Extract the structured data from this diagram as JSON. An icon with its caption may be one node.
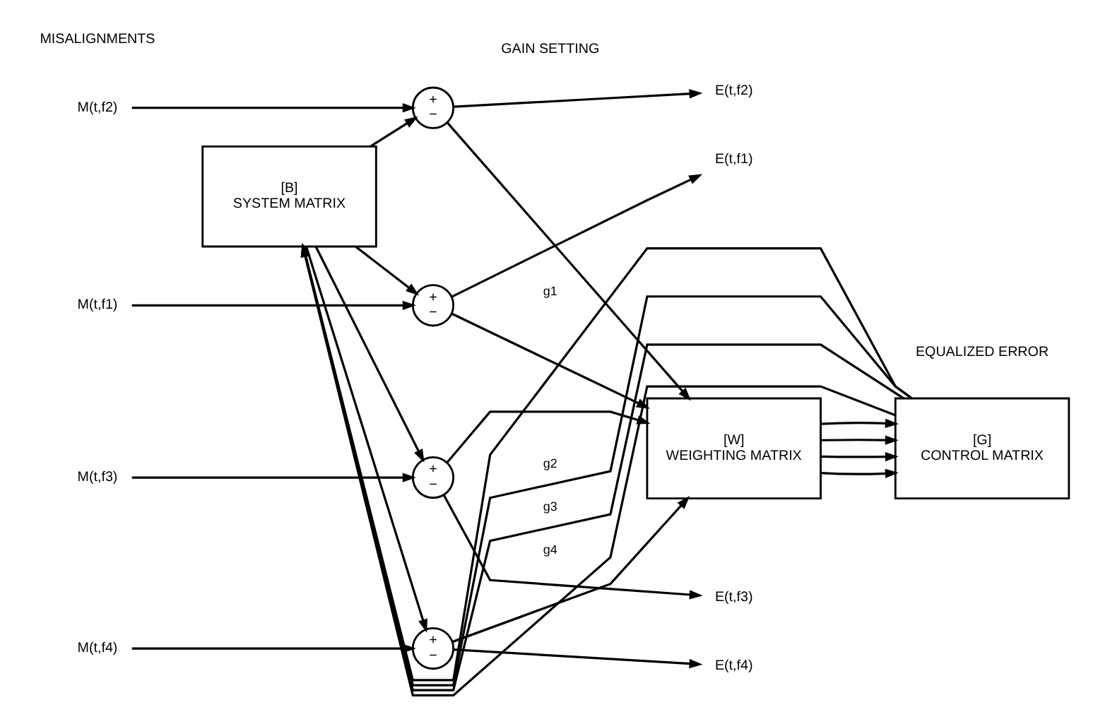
{
  "diagram": {
    "nodes": [
      {
        "text": [
          "M(t,f1)"
        ]
      },
      {
        "text": [
          "+",
          "−"
        ]
      },
      {
        "text": [
          "E(t,f1)"
        ]
      },
      {
        "text": [
          "M(t,f2)"
        ]
      },
      {
        "text": [
          "+",
          "−"
        ]
      },
      {
        "text": [
          "E(t,f2)"
        ]
      },
      {
        "text": [
          "M(t,f3)"
        ]
      },
      {
        "text": [
          "+",
          "−"
        ]
      },
      {
        "text": [
          "E(t,f3)"
        ]
      },
      {
        "text": [
          "M(t,f4)"
        ]
      },
      {
        "text": [
          "+",
          "−"
        ]
      },
      {
        "text": [
          "E(t,f4)"
        ]
      },
      {
        "text": [
          "[B]",
          "SYSTEM MATRIX"
        ]
      },
      {
        "text": [
          "[W]",
          "WEIGHTING MATRIX"
        ]
      },
      {
        "text": [
          "[G]",
          "CONTROL MATRIX"
        ]
      }
    ],
    "edges": [
      {
        "from": 0,
        "to": 1,
        "arrow": "to"
      },
      {
        "from": 1,
        "to": 2,
        "arrow": "to"
      },
      {
        "from": 3,
        "to": 4,
        "arrow": "to"
      },
      {
        "from": 4,
        "to": 5,
        "arrow": "to"
      },
      {
        "from": 6,
        "to": 7,
        "arrow": "to"
      },
      {
        "from": 7,
        "to": 8,
        "arrow": "to"
      },
      {
        "from": 9,
        "to": 10,
        "arrow": "to"
      },
      {
        "from": 10,
        "to": 11,
        "arrow": "to"
      },
      {
        "from": 12,
        "to": 1,
        "arrow": "to"
      },
      {
        "from": 12,
        "to": 4,
        "arrow": "to"
      },
      {
        "from": 12,
        "to": 7,
        "arrow": "to"
      },
      {
        "from": 12,
        "to": 10,
        "arrow": "to"
      },
      {
        "from": 10,
        "to": 13,
        "arrow": "to"
      },
      {
        "from": 7,
        "to": 13,
        "arrow": "to"
      },
      {
        "from": 4,
        "to": 13,
        "arrow": "to"
      },
      {
        "from": 1,
        "to": 13,
        "arrow": "to"
      },
      {
        "from": 13,
        "to": 14,
        "arrow": "to"
      },
      {
        "from": 13,
        "to": 14,
        "arrow": "to"
      },
      {
        "from": 13,
        "to": 14,
        "arrow": "to"
      },
      {
        "from": 13,
        "to": 14,
        "arrow": "to"
      },
      {
        "from": 14,
        "to": 12,
        "label": "g1",
        "arrow": "to"
      },
      {
        "from": 14,
        "to": 12,
        "label": "g2",
        "arrow": "to"
      },
      {
        "from": 14,
        "to": 12,
        "label": "g3",
        "arrow": "to"
      },
      {
        "from": 14,
        "to": 12,
        "label": "g4",
        "arrow": "to"
      }
    ],
    "labels": [
      "MISALIGNMENTS",
      "EQUALIZED ERROR",
      "GAIN SETTING"
    ]
  }
}
